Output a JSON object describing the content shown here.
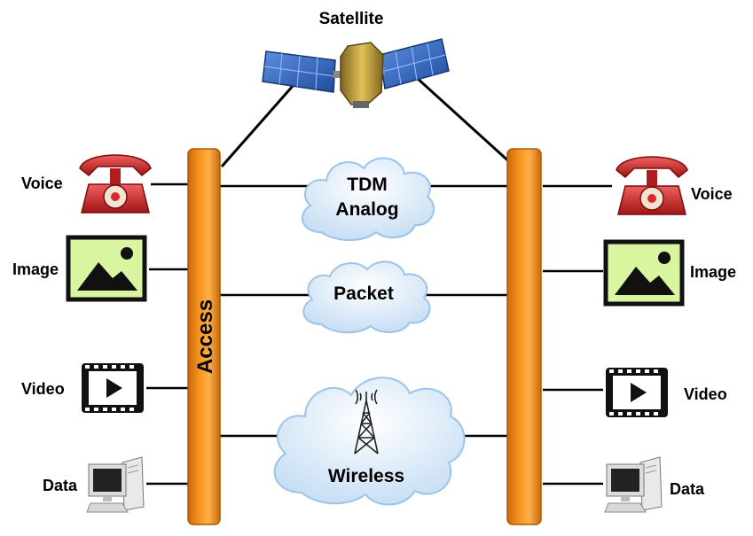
{
  "title": "Satellite",
  "access_label": "Access",
  "networks": [
    {
      "line1": "TDM",
      "line2": "Analog"
    },
    {
      "line1": "Packet"
    },
    {
      "line1": "Wireless"
    }
  ],
  "left_devices": [
    {
      "label": "Voice",
      "icon": "telephone-icon"
    },
    {
      "label": "Image",
      "icon": "image-icon"
    },
    {
      "label": "Video",
      "icon": "video-icon"
    },
    {
      "label": "Data",
      "icon": "computer-icon"
    }
  ],
  "right_devices": [
    {
      "label": "Voice",
      "icon": "telephone-icon"
    },
    {
      "label": "Image",
      "icon": "image-icon"
    },
    {
      "label": "Video",
      "icon": "video-icon"
    },
    {
      "label": "Data",
      "icon": "computer-icon"
    }
  ],
  "colors": {
    "bar": "#f7931e",
    "bar_dark": "#c96a0a",
    "cloud": "#cfe3f7",
    "cloud_stroke": "#9cc3e8",
    "phone": "#d42a2a",
    "image_fill": "#d9f5a0",
    "panel": "#3b6fc4",
    "satellite_body": "#b89a3a"
  }
}
